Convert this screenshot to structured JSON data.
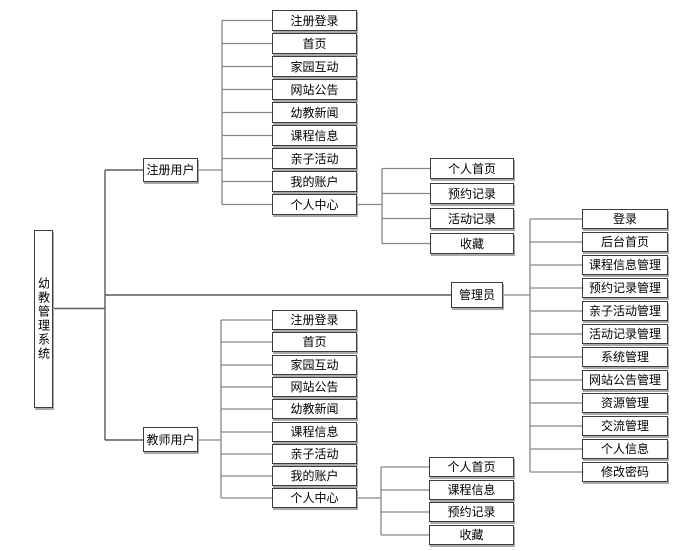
{
  "diagram": {
    "root_label": "幼教管理系统",
    "registered_user": {
      "label": "注册用户",
      "children": [
        "注册登录",
        "首页",
        "家园互动",
        "网站公告",
        "幼教新闻",
        "课程信息",
        "亲子活动",
        "我的账户",
        "个人中心"
      ],
      "personal_center_children": [
        "个人首页",
        "预约记录",
        "活动记录",
        "收藏"
      ]
    },
    "admin": {
      "label": "管理员",
      "children": [
        "登录",
        "后台首页",
        "课程信息管理",
        "预约记录管理",
        "亲子活动管理",
        "活动记录管理",
        "系统管理",
        "网站公告管理",
        "资源管理",
        "交流管理",
        "个人信息",
        "修改密码"
      ]
    },
    "teacher_user": {
      "label": "教师用户",
      "children": [
        "注册登录",
        "首页",
        "家园互动",
        "网站公告",
        "幼教新闻",
        "课程信息",
        "亲子活动",
        "我的账户",
        "个人中心"
      ],
      "personal_center_children": [
        "个人首页",
        "课程信息",
        "预约记录",
        "收藏"
      ]
    }
  }
}
